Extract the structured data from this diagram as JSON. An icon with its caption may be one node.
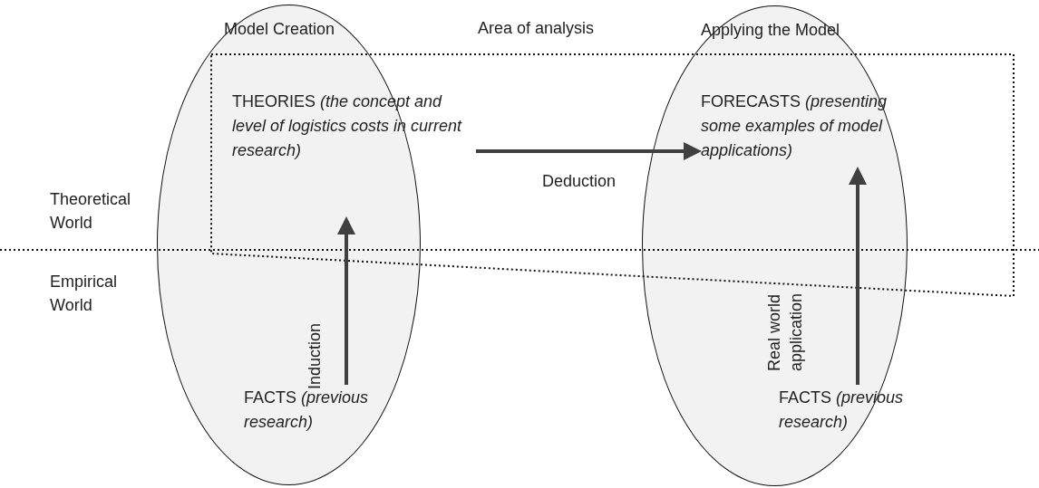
{
  "diagram": {
    "nodes": [
      {
        "text": [
          "Model Creation"
        ]
      },
      {
        "text": [
          "THEORIES *(the concept and level of logistics costs in current research)*"
        ],
        "in": 0
      },
      {
        "text": [
          "FACTS *(previous research)*"
        ],
        "in": 0
      },
      {
        "text": [
          "Applying the Model"
        ]
      },
      {
        "text": [
          "FORECASTS *(presenting some examples of model applications)*"
        ],
        "in": 3
      },
      {
        "text": [
          "FACTS *(previous research)*"
        ],
        "in": 3
      }
    ],
    "edges": [
      {
        "from": 2,
        "to": 1,
        "arrow": "to",
        "label": "Induction"
      },
      {
        "from": 1,
        "to": 4,
        "arrow": "to",
        "label": "Deduction"
      },
      {
        "from": 5,
        "to": 4,
        "arrow": "to",
        "label": "Real world application"
      }
    ],
    "labels": [
      "Area of analysis",
      "Theoretical World",
      "Empirical World"
    ]
  }
}
